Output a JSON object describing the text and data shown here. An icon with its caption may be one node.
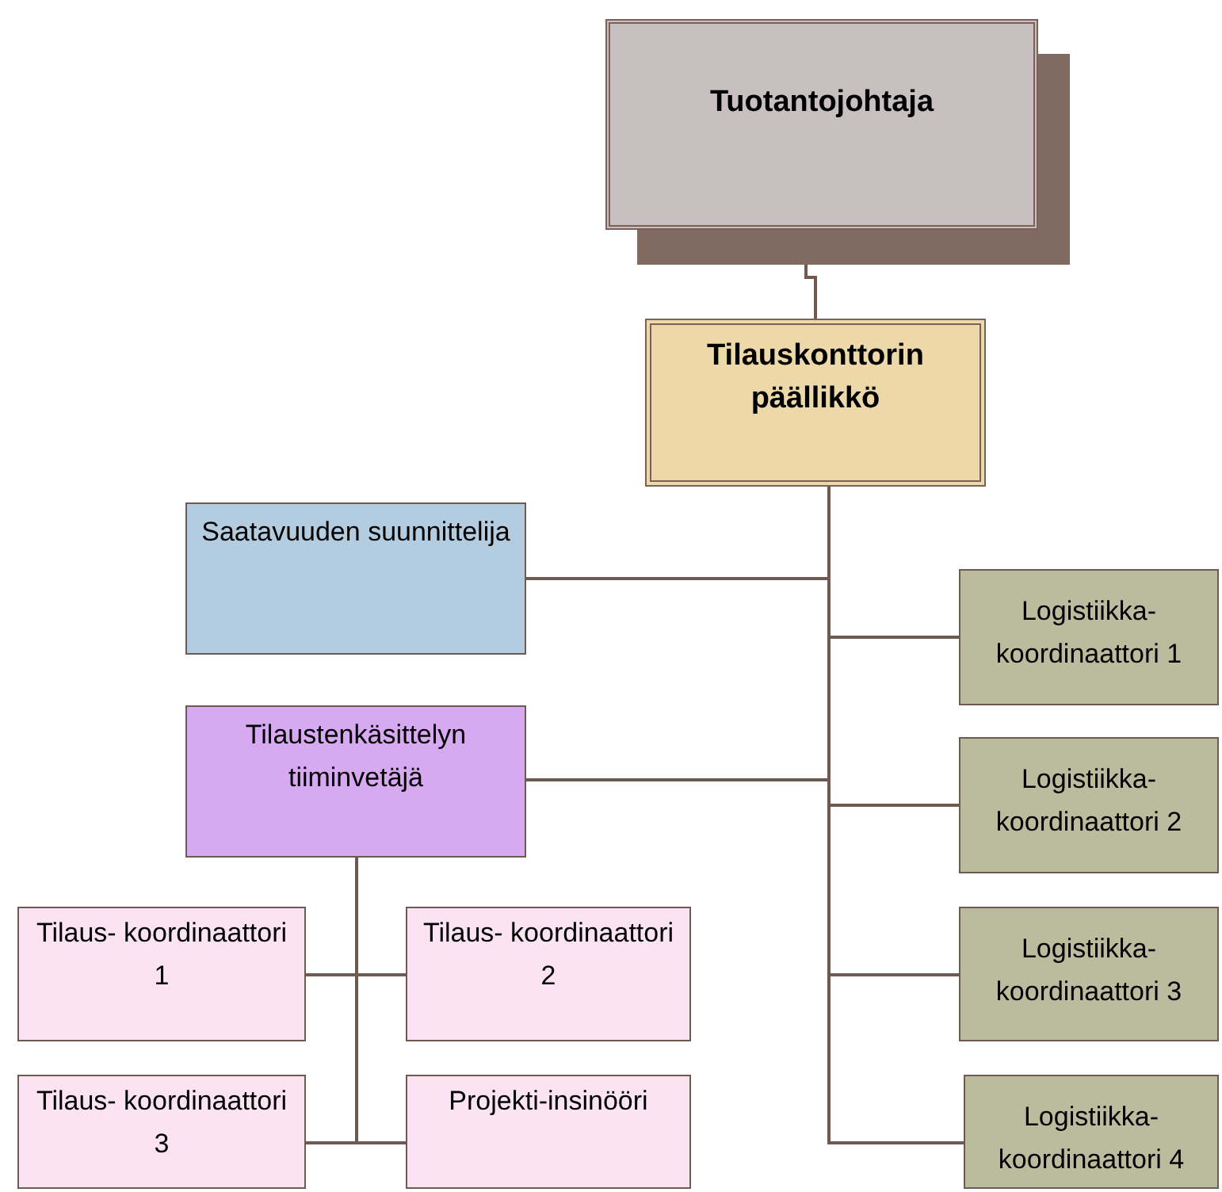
{
  "diagram": {
    "nodes": [
      {
        "text": [
          "Tuotantojohtaja"
        ]
      },
      {
        "text": [
          "Tilauskonttorin päällikkö"
        ]
      },
      {
        "text": [
          "Saatavuuden suunnittelija"
        ]
      },
      {
        "text": [
          "Tilaustenkäsittelyn tiiminvetäjä"
        ]
      },
      {
        "text": [
          "Tilaus- koordinaattori 1"
        ]
      },
      {
        "text": [
          "Tilaus- koordinaattori 2"
        ]
      },
      {
        "text": [
          "Tilaus- koordinaattori 3"
        ]
      },
      {
        "text": [
          "Projekti-insinööri"
        ]
      },
      {
        "text": [
          "Logistiikka- koordinaattori 1"
        ]
      },
      {
        "text": [
          "Logistiikka- koordinaattori 2"
        ]
      },
      {
        "text": [
          "Logistiikka- koordinaattori 3"
        ]
      },
      {
        "text": [
          "Logistiikka- koordinaattori 4"
        ]
      }
    ],
    "edges": [
      {
        "from": 0,
        "to": 1,
        "arrow": "none"
      },
      {
        "from": 1,
        "to": 2,
        "arrow": "none"
      },
      {
        "from": 1,
        "to": 8,
        "arrow": "none"
      },
      {
        "from": 1,
        "to": 3,
        "arrow": "none"
      },
      {
        "from": 1,
        "to": 9,
        "arrow": "none"
      },
      {
        "from": 1,
        "to": 10,
        "arrow": "none"
      },
      {
        "from": 1,
        "to": 11,
        "arrow": "none"
      },
      {
        "from": 3,
        "to": 4,
        "arrow": "none"
      },
      {
        "from": 3,
        "to": 5,
        "arrow": "none"
      },
      {
        "from": 3,
        "to": 6,
        "arrow": "none"
      },
      {
        "from": 3,
        "to": 7,
        "arrow": "none"
      }
    ]
  }
}
